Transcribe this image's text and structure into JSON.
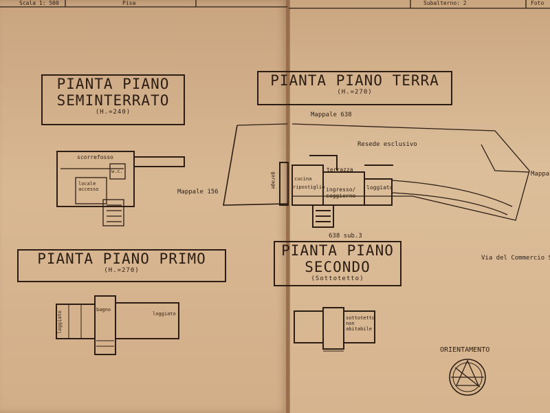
{
  "header": {
    "scale_label": "Scala 1: 500",
    "city": "Pisa",
    "subalterno": "Subalterno: 2",
    "sheet_ref": "Foto"
  },
  "basement": {
    "title_line1": "PIANTA PIANO",
    "title_line2": "SEMINTERRATO",
    "height": "(H.=240)",
    "room_corridor": "scorrefosso",
    "room_wc": "w.c.",
    "room_storage": "locale accesso",
    "map_label": "Mappale 156"
  },
  "ground": {
    "title": "PIANTA PIANO TERRA",
    "height": "(H.=270)",
    "map_label": "Mappale 638",
    "exclusive_label": "Resede esclusivo",
    "room_terrace": "terrazza",
    "room_living": "ingresso/ soggiorno",
    "room_kitchen": "cucina",
    "room_cellar": "ripostiglio",
    "room_loggia": "loggiato",
    "room_garage": "garage",
    "sub_label": "638 sub.3",
    "map_right": "Mappale"
  },
  "first": {
    "title": "PIANTA PIANO PRIMO",
    "height": "(H.=270)",
    "room_bath": "bagno",
    "room_loggia": "loggiato",
    "room_loggia_left": "loggiato"
  },
  "second": {
    "title_line1": "PIANTA PIANO",
    "title_line2": "SECONDO",
    "height": "(Sottotetto)",
    "room_attic": "sottotetto non abitabile"
  },
  "street_label": "Via del Commercio S",
  "orientation_label": "ORIENTAMENTO"
}
